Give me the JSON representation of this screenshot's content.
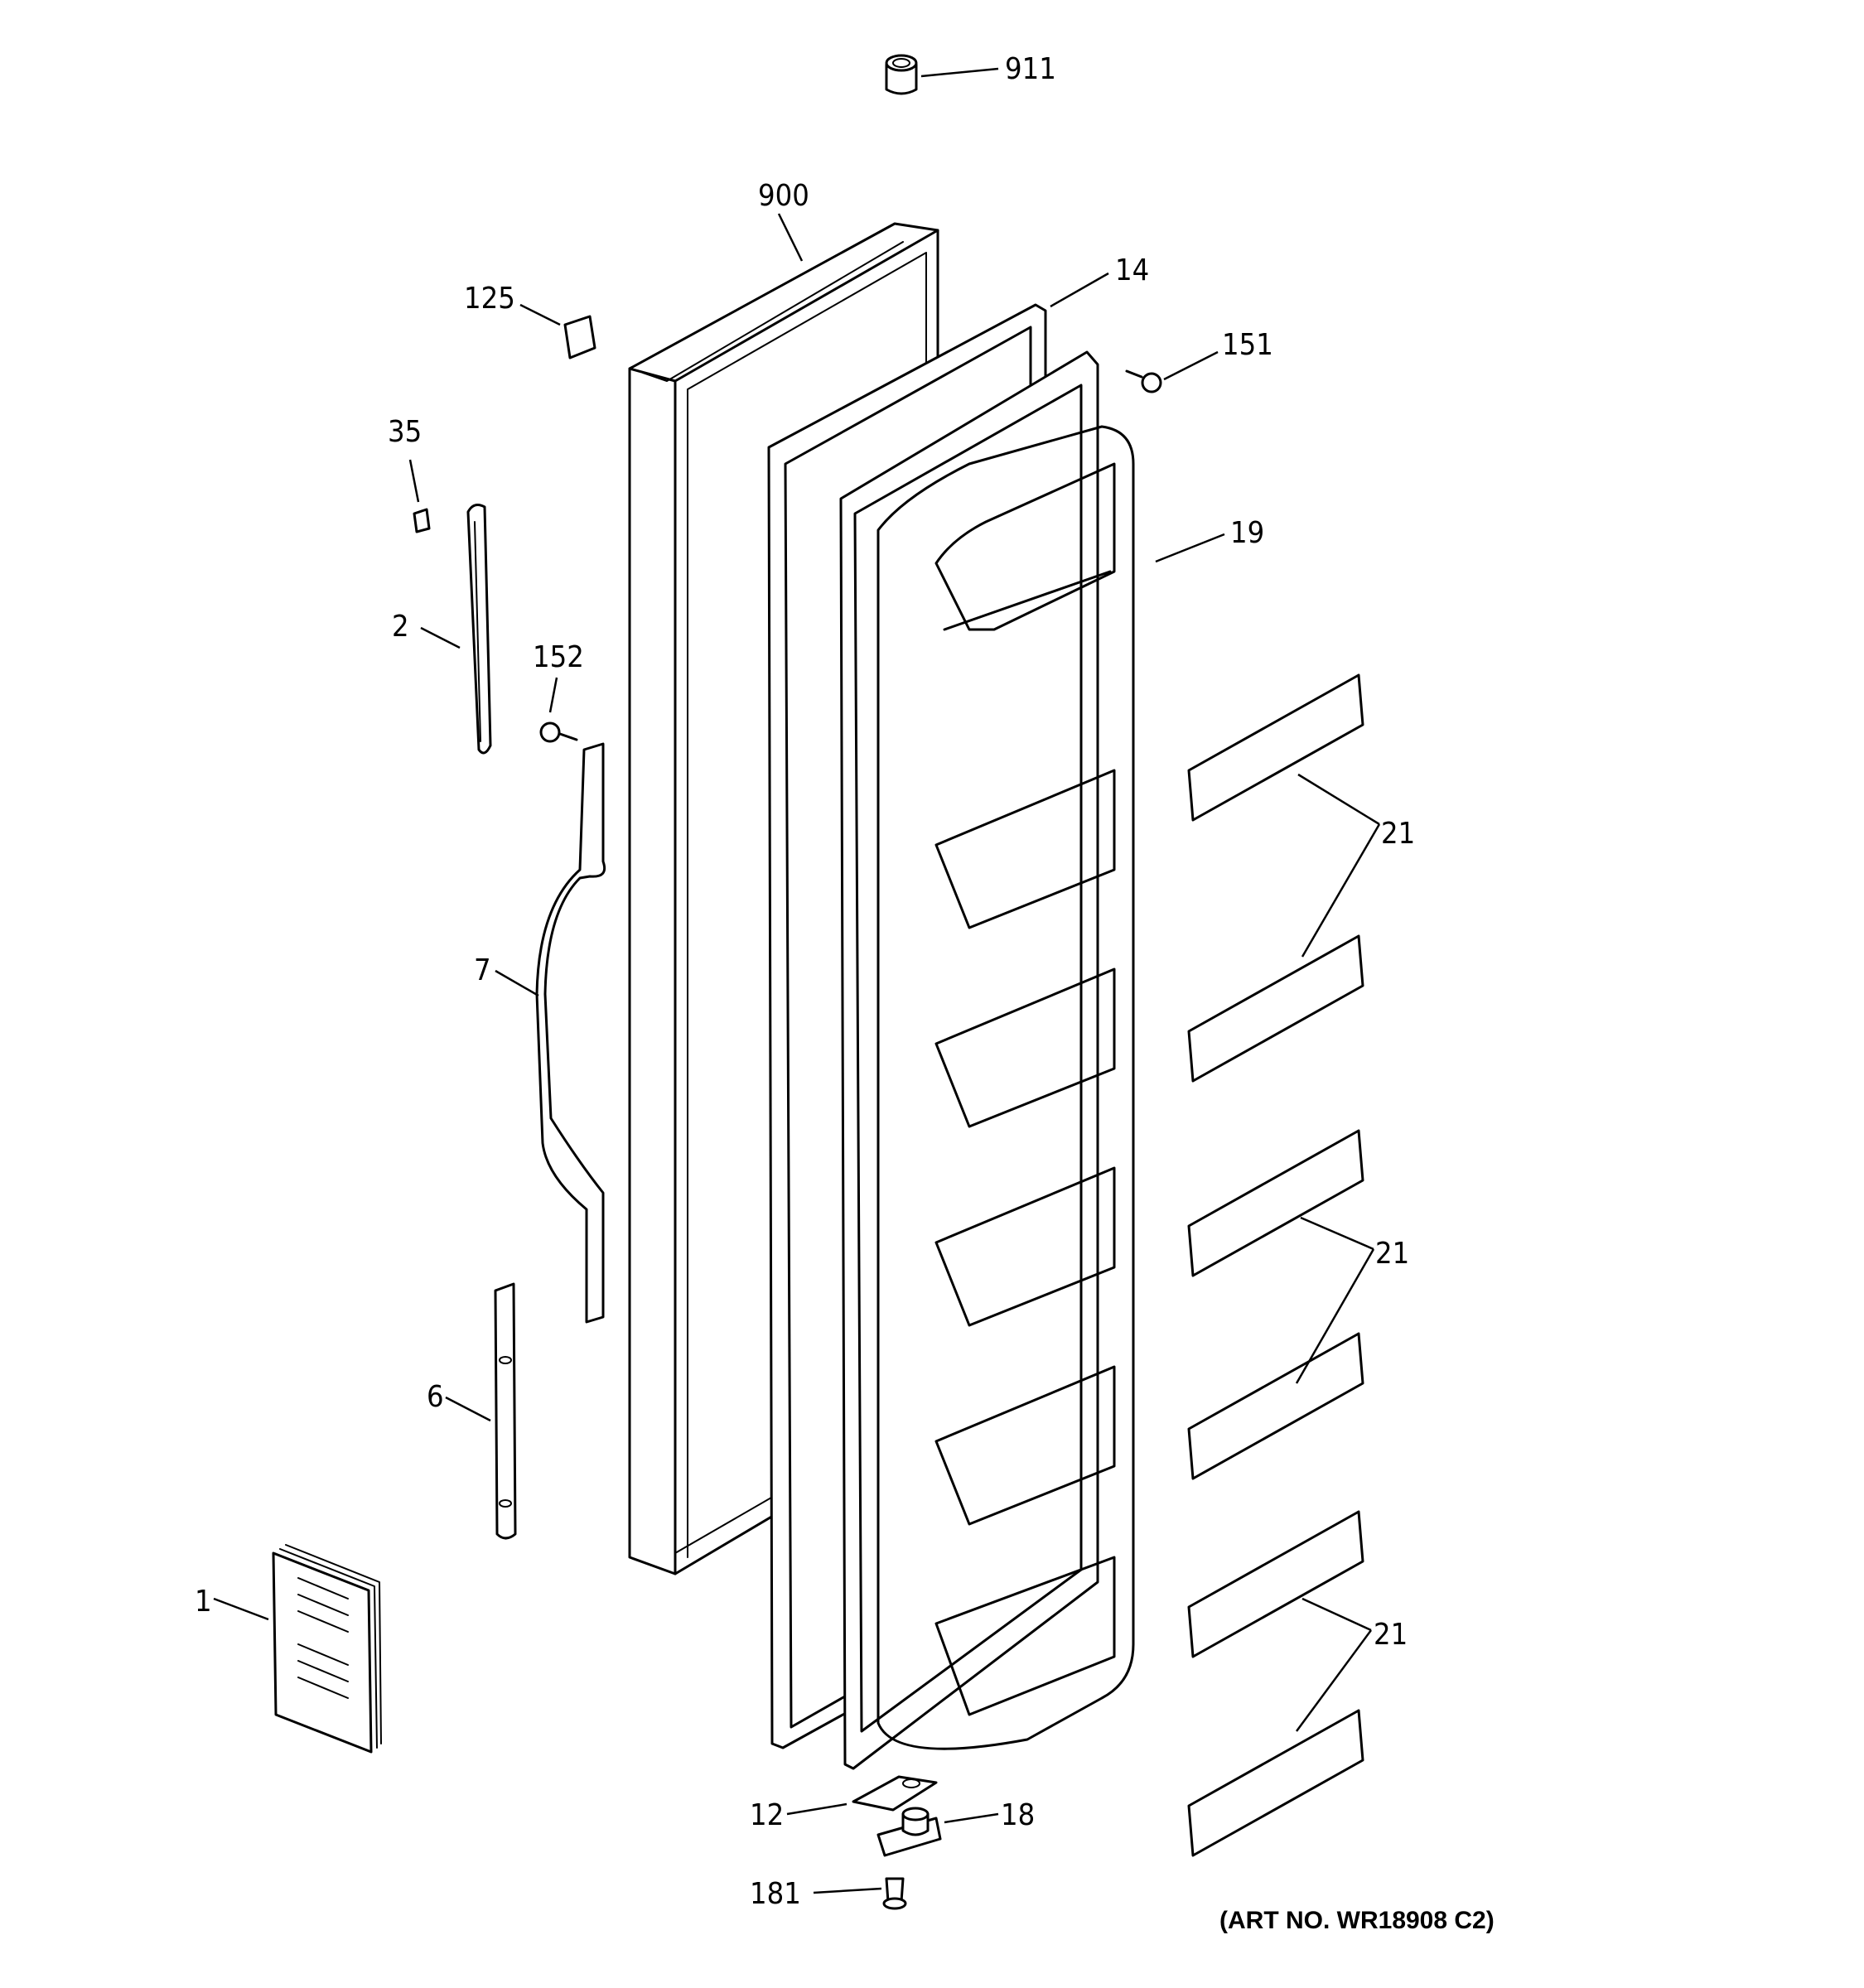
{
  "diagram": {
    "part_labels": {
      "p911": "911",
      "p900": "900",
      "p14": "14",
      "p125": "125",
      "p151": "151",
      "p35": "35",
      "p19": "19",
      "p2": "2",
      "p152": "152",
      "p21a": "21",
      "p7": "7",
      "p21b": "21",
      "p6": "6",
      "p1": "1",
      "p21c": "21",
      "p12": "12",
      "p18": "18",
      "p181": "181"
    },
    "art_number": "(ART NO. WR18908 C2)"
  }
}
